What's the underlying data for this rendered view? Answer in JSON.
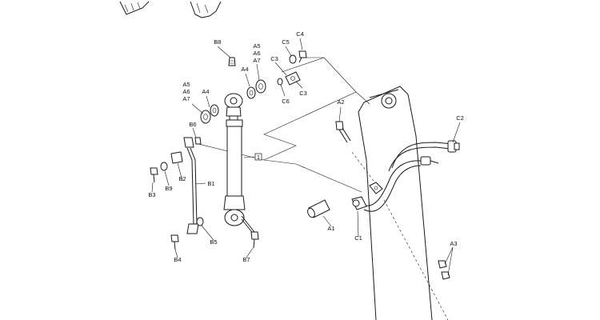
{
  "callouts": {
    "A1": "A1",
    "A2": "A2",
    "A3": "A3",
    "A4": "A4",
    "A5": "A5",
    "A6": "A6",
    "A7": "A7",
    "B1": "B1",
    "B2": "B2",
    "B3": "B3",
    "B4": "B4",
    "B5": "B5",
    "B6": "B6",
    "B7": "B7",
    "B8": "B8",
    "B9": "B9",
    "C1": "C1",
    "C2": "C2",
    "C3": "C3",
    "C4": "C4",
    "C5": "C5",
    "C6": "C6",
    "ref": "1"
  }
}
